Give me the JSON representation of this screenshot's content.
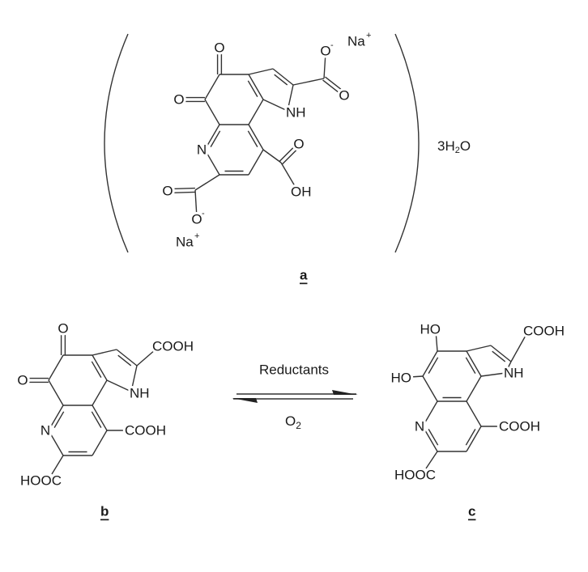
{
  "compound_a": {
    "label": "a",
    "hydrate": {
      "prefix": "3H",
      "sub": "2",
      "suffix": "O"
    },
    "atoms": {
      "o_top": "O",
      "o_left": "O",
      "n_ring": "N",
      "nh": "NH",
      "o_minus_top": "O",
      "minus_top": "-",
      "na_top": "Na",
      "plus_top": "+",
      "o_right": "O",
      "o_acid": "O",
      "oh_acid": "OH",
      "o_bottom_left": "O",
      "o_minus_bottom": "O",
      "minus_bottom": "-",
      "na_bottom": "Na",
      "plus_bottom": "+"
    }
  },
  "compound_b": {
    "label": "b",
    "atoms": {
      "o_top": "O",
      "o_left": "O",
      "n_ring": "N",
      "nh": "NH",
      "cooh_top": "COOH",
      "cooh_right": "COOH",
      "hooc": "HOOC"
    }
  },
  "compound_c": {
    "label": "c",
    "atoms": {
      "ho_top": "HO",
      "ho_left": "HO",
      "n_ring": "N",
      "nh": "NH",
      "cooh_top": "COOH",
      "cooh_right": "COOH",
      "hooc": "HOOC"
    }
  },
  "reaction": {
    "forward_reagent": "Reductants",
    "reverse_reagent": {
      "prefix": "O",
      "sub": "2"
    }
  }
}
